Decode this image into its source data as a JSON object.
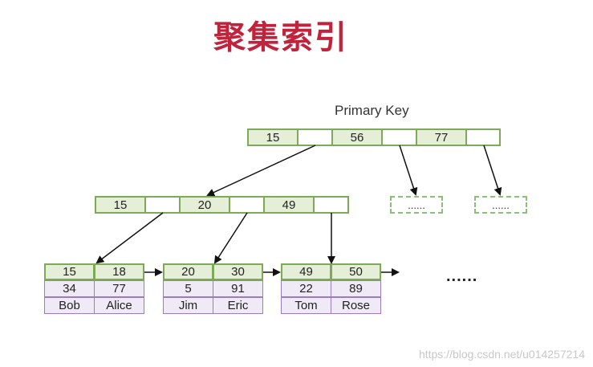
{
  "title": "聚集索引",
  "primary_key_label": "Primary Key",
  "root": {
    "keys": [
      "15",
      "56",
      "77"
    ]
  },
  "level2": {
    "keys": [
      "15",
      "20",
      "49"
    ]
  },
  "placeholders": [
    "......",
    "......"
  ],
  "leaves": [
    {
      "keys": [
        "15",
        "18"
      ],
      "ids": [
        "34",
        "77"
      ],
      "names": [
        "Bob",
        "Alice"
      ]
    },
    {
      "keys": [
        "20",
        "30"
      ],
      "ids": [
        "5",
        "91"
      ],
      "names": [
        "Jim",
        "Eric"
      ]
    },
    {
      "keys": [
        "49",
        "50"
      ],
      "ids": [
        "22",
        "89"
      ],
      "names": [
        "Tom",
        "Rose"
      ]
    }
  ],
  "more": "......",
  "watermark": "https://blog.csdn.net/u014257214"
}
